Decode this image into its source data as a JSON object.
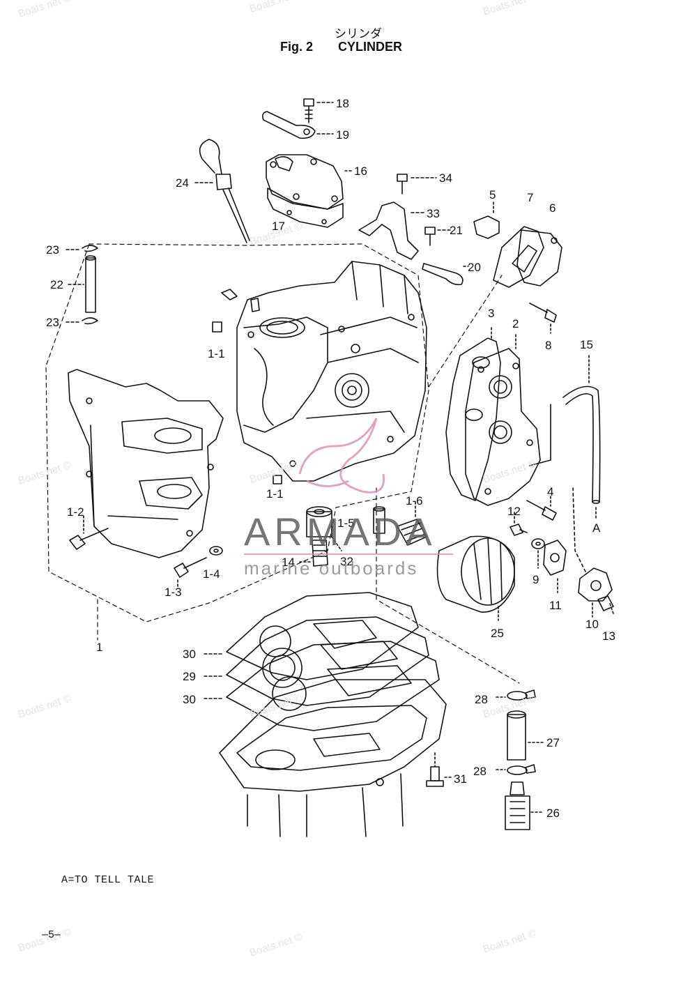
{
  "header": {
    "japanese_title": "シリンダ",
    "figure": "Fig. 2",
    "title": "CYLINDER"
  },
  "note": "A=TO TELL TALE",
  "page_number": "—5—",
  "watermark": "Boats.net ©",
  "brand": {
    "name": "ARMADA",
    "tagline": "marine outboards",
    "accent_color": "#d98fb5"
  },
  "callouts": [
    {
      "id": "18",
      "text": "18"
    },
    {
      "id": "19",
      "text": "19"
    },
    {
      "id": "16",
      "text": "16"
    },
    {
      "id": "24",
      "text": "24"
    },
    {
      "id": "17",
      "text": "17"
    },
    {
      "id": "34",
      "text": "34"
    },
    {
      "id": "33",
      "text": "33"
    },
    {
      "id": "21",
      "text": "21"
    },
    {
      "id": "20",
      "text": "20"
    },
    {
      "id": "5",
      "text": "5"
    },
    {
      "id": "7",
      "text": "7"
    },
    {
      "id": "6",
      "text": "6"
    },
    {
      "id": "23a",
      "text": "23"
    },
    {
      "id": "22",
      "text": "22"
    },
    {
      "id": "23b",
      "text": "23"
    },
    {
      "id": "1-1a",
      "text": "1-1"
    },
    {
      "id": "3",
      "text": "3"
    },
    {
      "id": "2",
      "text": "2"
    },
    {
      "id": "8",
      "text": "8"
    },
    {
      "id": "15",
      "text": "15"
    },
    {
      "id": "1-2",
      "text": "1-2"
    },
    {
      "id": "1-1b",
      "text": "1-1"
    },
    {
      "id": "1-6",
      "text": "1-6"
    },
    {
      "id": "4",
      "text": "4"
    },
    {
      "id": "12",
      "text": "12"
    },
    {
      "id": "A",
      "text": "A"
    },
    {
      "id": "1-5",
      "text": "1-5"
    },
    {
      "id": "14",
      "text": "14"
    },
    {
      "id": "32",
      "text": "32"
    },
    {
      "id": "1-4",
      "text": "1-4"
    },
    {
      "id": "1-3",
      "text": "1-3"
    },
    {
      "id": "9",
      "text": "9"
    },
    {
      "id": "11",
      "text": "11"
    },
    {
      "id": "10",
      "text": "10"
    },
    {
      "id": "13",
      "text": "13"
    },
    {
      "id": "25",
      "text": "25"
    },
    {
      "id": "1",
      "text": "1"
    },
    {
      "id": "30a",
      "text": "30"
    },
    {
      "id": "29",
      "text": "29"
    },
    {
      "id": "30b",
      "text": "30"
    },
    {
      "id": "28a",
      "text": "28"
    },
    {
      "id": "27",
      "text": "27"
    },
    {
      "id": "28b",
      "text": "28"
    },
    {
      "id": "31",
      "text": "31"
    },
    {
      "id": "26",
      "text": "26"
    }
  ]
}
